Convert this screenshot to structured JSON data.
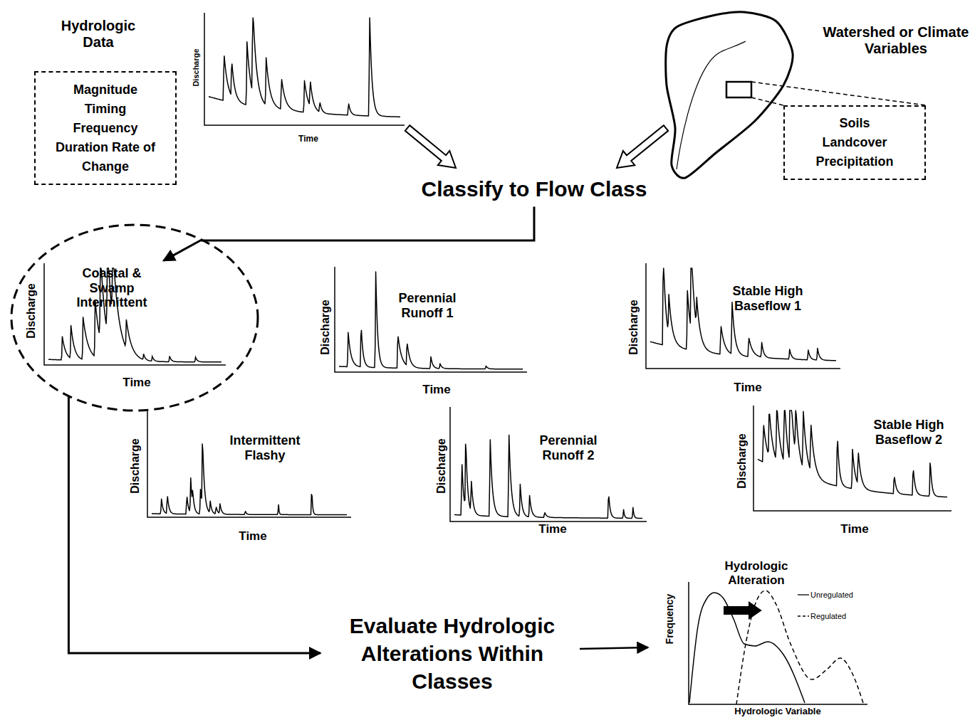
{
  "diagram": {
    "nodes": [
      {
        "text": [
          "Magnitude Timing Frequency Duration Rate of Change"
        ]
      },
      {
        "text": [
          "Soils Landcover Precipitation"
        ]
      },
      {
        "text": [
          "Classify to Flow Class"
        ]
      },
      {
        "text": [
          "Coastal & Swamp Intermittent",
          "Discharge",
          "Time"
        ]
      },
      {
        "text": [
          "Evaluate Hydrologic Alterations Within Classes"
        ]
      }
    ],
    "edges": [
      {
        "from": 2,
        "to": 3,
        "arrow": "to"
      },
      {
        "from": 3,
        "to": 4,
        "arrow": "to"
      }
    ],
    "labels": [
      "Hydrologic Data",
      "Discharge",
      "Time",
      "Watershed or Climate Variables",
      "Perennial Runoff 1",
      "Discharge",
      "Time",
      "Stable High Baseflow 1",
      "Discharge",
      "Time",
      "Intermittent Flashy",
      "Discharge",
      "Time",
      "Perennial Runoff 2",
      "Discharge",
      "Time",
      "Stable High Baseflow 2",
      "Discharge",
      "Time",
      "Hydrologic Alteration",
      "Frequency",
      "Hydrologic Variable"
    ],
    "legend": [
      {
        "text": "Unregulated"
      },
      {
        "text": "Regulated"
      }
    ]
  }
}
